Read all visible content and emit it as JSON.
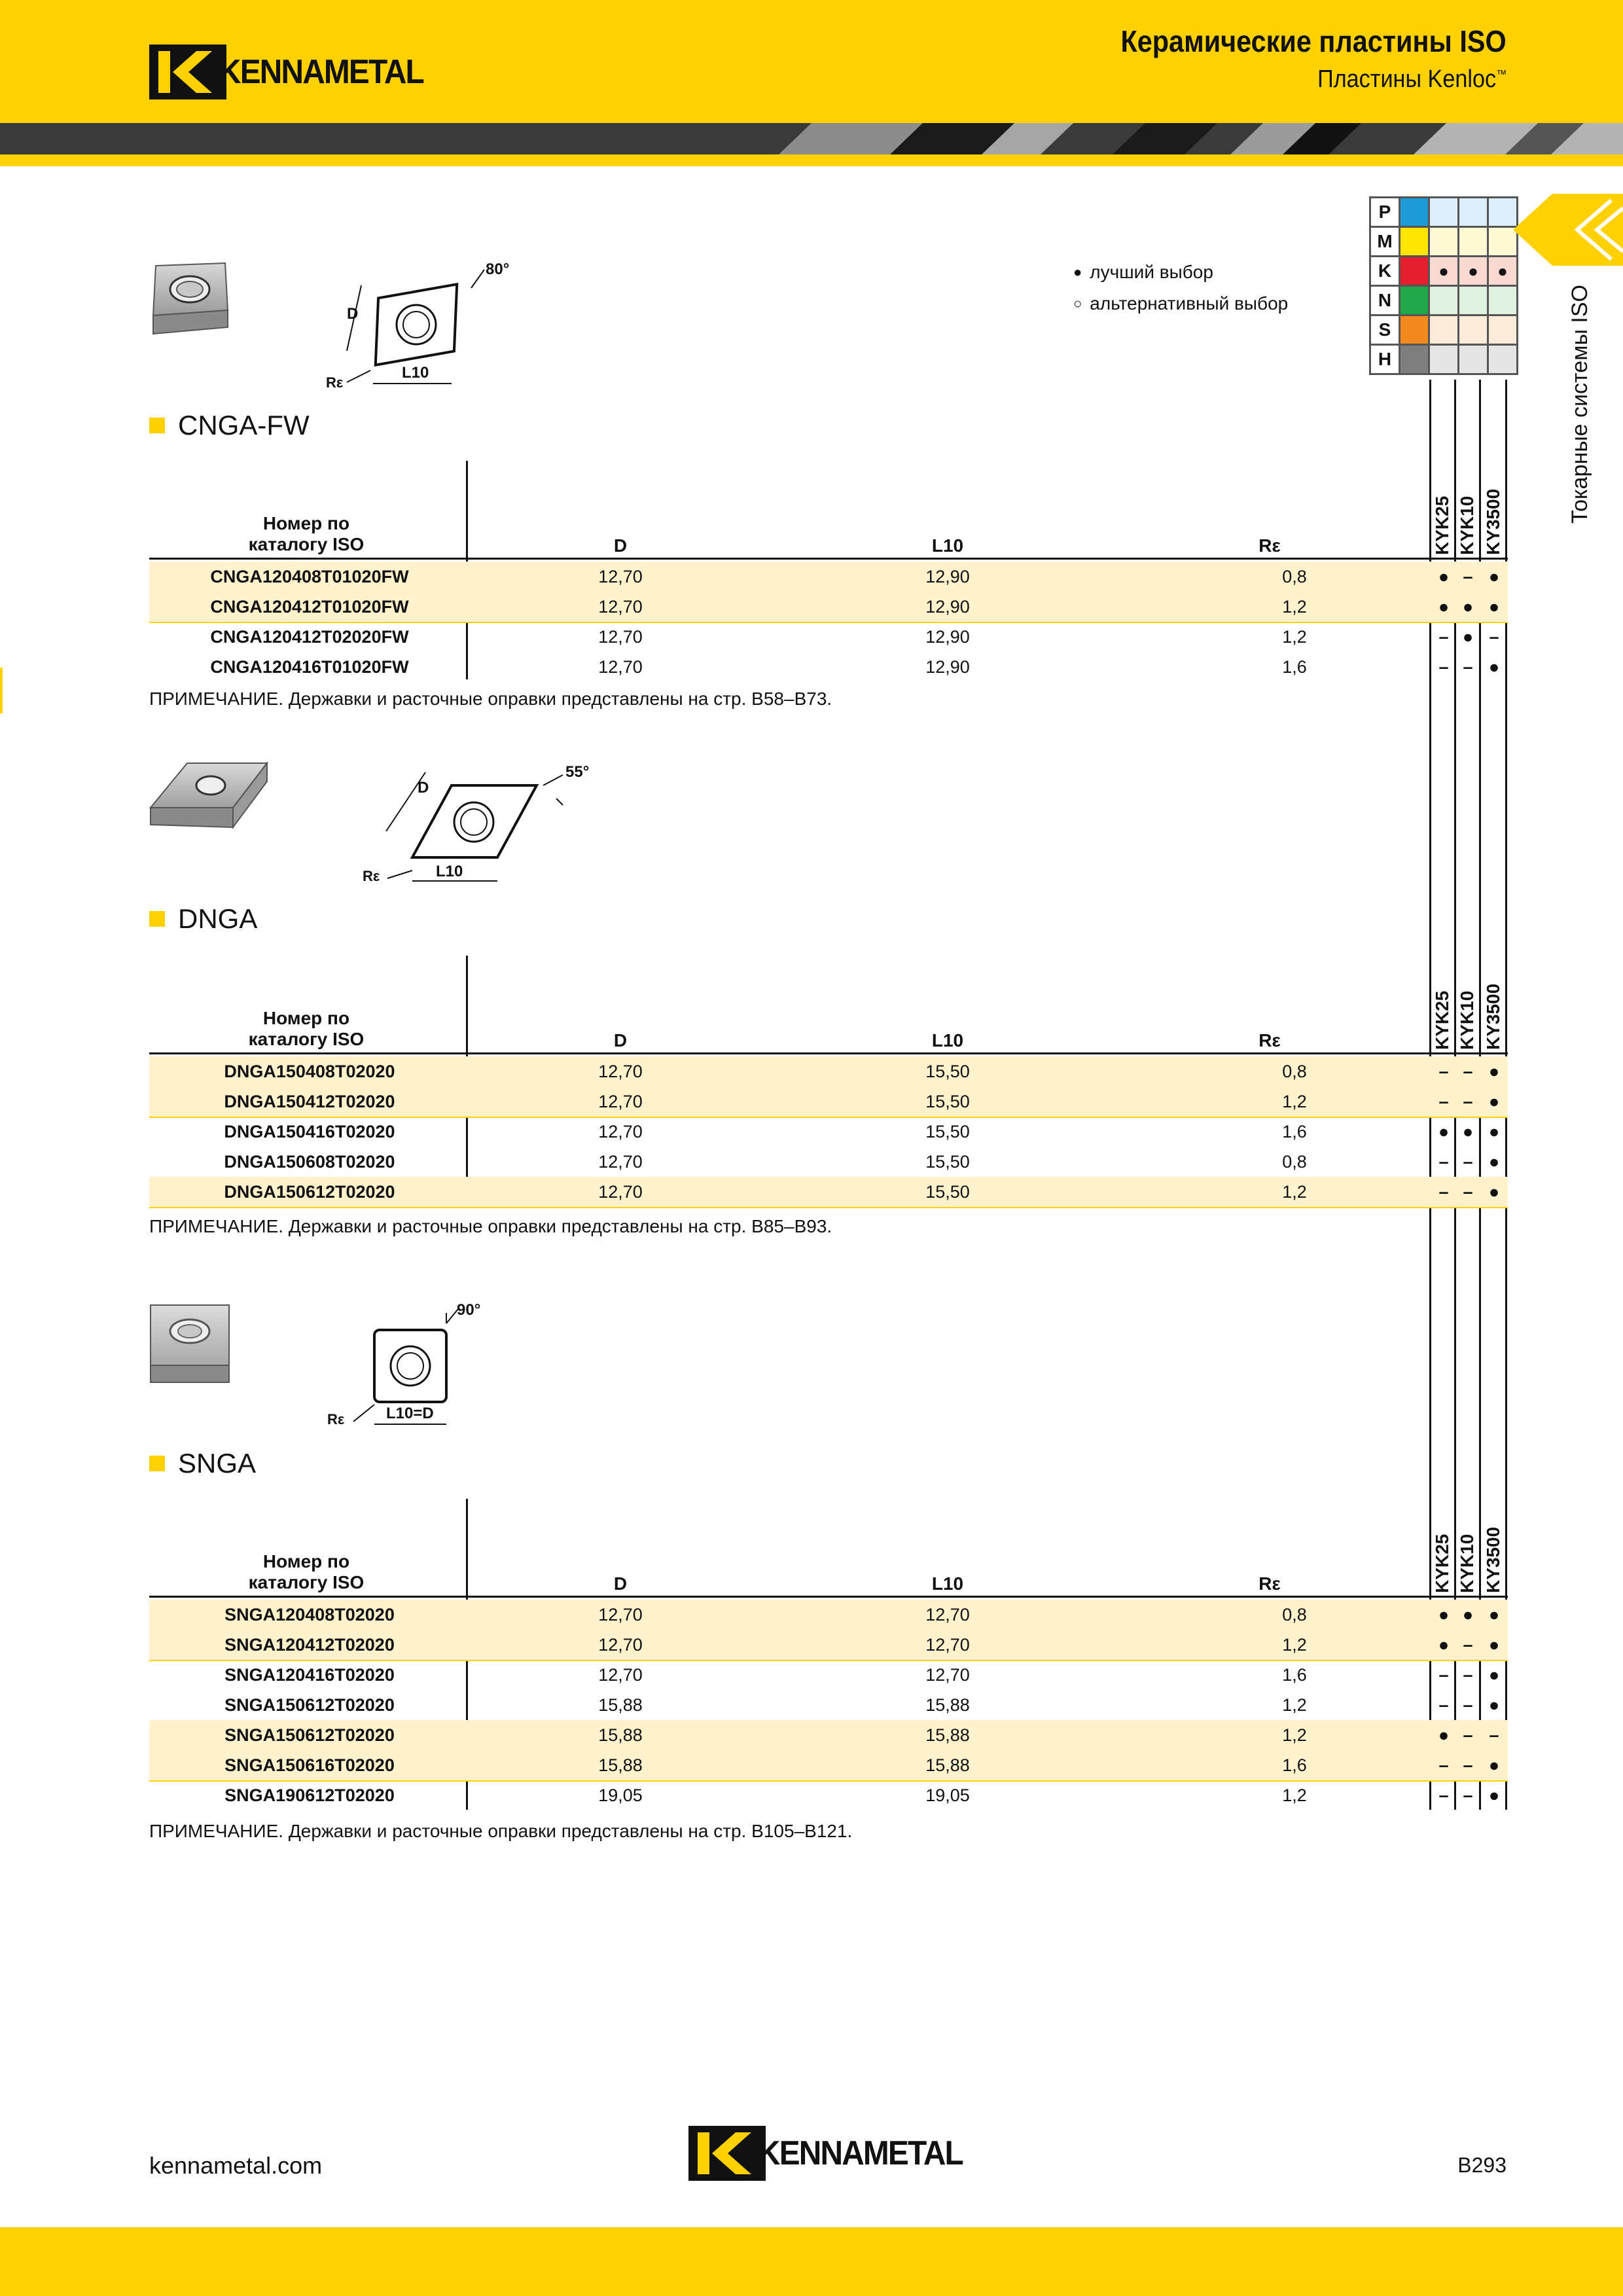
{
  "header": {
    "brand": "KENNAMETAL",
    "title": "Керамические пластины ISO",
    "subtitle": "Пластины Kenloc",
    "subtitle_tm": "™"
  },
  "side_tab": "Токарные системы ISO",
  "materials": [
    {
      "code": "P",
      "color": "#1E9BD7",
      "tint": "#DCEFFA",
      "marks": [
        "",
        "",
        ""
      ]
    },
    {
      "code": "M",
      "color": "#FFE500",
      "tint": "#FFF9D6",
      "marks": [
        "",
        "",
        ""
      ]
    },
    {
      "code": "K",
      "color": "#E4202E",
      "tint": "#FBD9D3",
      "marks": [
        "●",
        "●",
        "●"
      ]
    },
    {
      "code": "N",
      "color": "#1FA74A",
      "tint": "#E0F1E0",
      "marks": [
        "",
        "",
        ""
      ]
    },
    {
      "code": "S",
      "color": "#F28A1F",
      "tint": "#FDEBD9",
      "marks": [
        "",
        "",
        ""
      ]
    },
    {
      "code": "H",
      "color": "#7F7F7F",
      "tint": "#E6E6E6",
      "marks": [
        "",
        "",
        ""
      ]
    }
  ],
  "legend": {
    "best": "лучший выбор",
    "alt": "альтернативный выбор",
    "best_symbol": "●",
    "alt_symbol": "○"
  },
  "grades": [
    "KYK25",
    "KYK10",
    "KY3500"
  ],
  "columns": {
    "catalog": "Номер по каталогу ISO",
    "catalog_l1": "Номер по",
    "catalog_l2": "каталогу ISO",
    "d": "D",
    "l10": "L10",
    "re": "Rε"
  },
  "sections": [
    {
      "name": "CNGA-FW",
      "angle": "80°",
      "dim_d": "D",
      "dim_l": "L10",
      "dim_r": "Rε",
      "note": "ПРИМЕЧАНИЕ. Державки и расточные оправки представлены на стр. B58–B73.",
      "rows": [
        {
          "cat": "CNGA120408T01020FW",
          "d": "12,70",
          "l": "12,90",
          "r": "0,8",
          "m": [
            "●",
            "–",
            "●"
          ],
          "hl": true
        },
        {
          "cat": "CNGA120412T01020FW",
          "d": "12,70",
          "l": "12,90",
          "r": "1,2",
          "m": [
            "●",
            "●",
            "●"
          ],
          "hl": true
        },
        {
          "cat": "CNGA120412T02020FW",
          "d": "12,70",
          "l": "12,90",
          "r": "1,2",
          "m": [
            "–",
            "●",
            "–"
          ],
          "hl": false
        },
        {
          "cat": "CNGA120416T01020FW",
          "d": "12,70",
          "l": "12,90",
          "r": "1,6",
          "m": [
            "–",
            "–",
            "●"
          ],
          "hl": false
        }
      ]
    },
    {
      "name": "DNGA",
      "angle": "55°",
      "dim_d": "D",
      "dim_l": "L10",
      "dim_r": "Rε",
      "note": "ПРИМЕЧАНИЕ. Державки и расточные оправки представлены на стр. B85–B93.",
      "rows": [
        {
          "cat": "DNGA150408T02020",
          "d": "12,70",
          "l": "15,50",
          "r": "0,8",
          "m": [
            "–",
            "–",
            "●"
          ],
          "hl": true
        },
        {
          "cat": "DNGA150412T02020",
          "d": "12,70",
          "l": "15,50",
          "r": "1,2",
          "m": [
            "–",
            "–",
            "●"
          ],
          "hl": true
        },
        {
          "cat": "DNGA150416T02020",
          "d": "12,70",
          "l": "15,50",
          "r": "1,6",
          "m": [
            "●",
            "●",
            "●"
          ],
          "hl": false
        },
        {
          "cat": "DNGA150608T02020",
          "d": "12,70",
          "l": "15,50",
          "r": "0,8",
          "m": [
            "–",
            "–",
            "●"
          ],
          "hl": false
        },
        {
          "cat": "DNGA150612T02020",
          "d": "12,70",
          "l": "15,50",
          "r": "1,2",
          "m": [
            "–",
            "–",
            "●"
          ],
          "hl": true
        }
      ]
    },
    {
      "name": "SNGA",
      "angle": "90°",
      "dim_l": "L10=D",
      "dim_r": "Rε",
      "note": "ПРИМЕЧАНИЕ. Державки и расточные оправки представлены на стр. B105–B121.",
      "rows": [
        {
          "cat": "SNGA120408T02020",
          "d": "12,70",
          "l": "12,70",
          "r": "0,8",
          "m": [
            "●",
            "●",
            "●"
          ],
          "hl": true
        },
        {
          "cat": "SNGA120412T02020",
          "d": "12,70",
          "l": "12,70",
          "r": "1,2",
          "m": [
            "●",
            "–",
            "●"
          ],
          "hl": true
        },
        {
          "cat": "SNGA120416T02020",
          "d": "12,70",
          "l": "12,70",
          "r": "1,6",
          "m": [
            "–",
            "–",
            "●"
          ],
          "hl": false
        },
        {
          "cat": "SNGA150612T02020",
          "d": "15,88",
          "l": "15,88",
          "r": "1,2",
          "m": [
            "–",
            "–",
            "●"
          ],
          "hl": false
        },
        {
          "cat": "SNGA150612T02020",
          "d": "15,88",
          "l": "15,88",
          "r": "1,2",
          "m": [
            "●",
            "–",
            "–"
          ],
          "hl": true
        },
        {
          "cat": "SNGA150616T02020",
          "d": "15,88",
          "l": "15,88",
          "r": "1,6",
          "m": [
            "–",
            "–",
            "●"
          ],
          "hl": true
        },
        {
          "cat": "SNGA190612T02020",
          "d": "19,05",
          "l": "19,05",
          "r": "1,2",
          "m": [
            "–",
            "–",
            "●"
          ],
          "hl": false
        }
      ]
    }
  ],
  "footer": {
    "website": "kennametal.com",
    "brand": "KENNAMETAL",
    "page": "B293"
  }
}
